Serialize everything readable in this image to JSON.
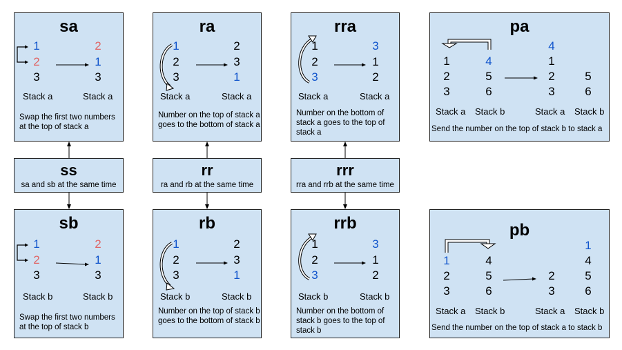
{
  "stack_a_label": "Stack a",
  "stack_b_label": "Stack b",
  "boxes": {
    "sa": {
      "title": "sa",
      "before": [
        "1",
        "2",
        "3"
      ],
      "after": [
        "2",
        "1",
        "3"
      ],
      "desc": "Swap the first two numbers at the top of stack a"
    },
    "ra": {
      "title": "ra",
      "before": [
        "1",
        "2",
        "3"
      ],
      "after": [
        "2",
        "3",
        "1"
      ],
      "desc": "Number on the top of stack a goes to the bottom of stack a"
    },
    "rra": {
      "title": "rra",
      "before": [
        "1",
        "2",
        "3"
      ],
      "after": [
        "3",
        "1",
        "2"
      ],
      "desc": "Number on the bottom of stack a goes to the top of stack a"
    },
    "pa": {
      "title": "pa",
      "before_a": [
        "1",
        "2",
        "3"
      ],
      "before_b": [
        "4",
        "5",
        "6"
      ],
      "after_a": [
        "4",
        "1",
        "2",
        "3"
      ],
      "after_b": [
        "5",
        "6"
      ],
      "desc": "Send the number on the top of stack b to stack a"
    },
    "ss": {
      "title": "ss",
      "desc": "sa and sb at the same time"
    },
    "rr": {
      "title": "rr",
      "desc": "ra and rb at the same time"
    },
    "rrr": {
      "title": "rrr",
      "desc": "rra and rrb at the same time"
    },
    "sb": {
      "title": "sb",
      "before": [
        "1",
        "2",
        "3"
      ],
      "after": [
        "2",
        "1",
        "3"
      ],
      "desc": "Swap the first two numbers at the top of stack b"
    },
    "rb": {
      "title": "rb",
      "before": [
        "1",
        "2",
        "3"
      ],
      "after": [
        "2",
        "3",
        "1"
      ],
      "desc": "Number on the top of stack b goes to the bottom of stack b"
    },
    "rrb": {
      "title": "rrb",
      "before": [
        "1",
        "2",
        "3"
      ],
      "after": [
        "3",
        "1",
        "2"
      ],
      "desc": "Number on the bottom of stack b goes to the top of stack b"
    },
    "pb": {
      "title": "pb",
      "before_a": [
        "1",
        "2",
        "3"
      ],
      "before_b": [
        "4",
        "5",
        "6"
      ],
      "after_a": [
        "2",
        "3"
      ],
      "after_b": [
        "1",
        "4",
        "5",
        "6"
      ],
      "desc": "Send the number on the top of stack a to stack b"
    }
  },
  "colors": {
    "box_fill": "#cfe2f3",
    "highlight_blue": "#1155cc",
    "highlight_red": "#e06666"
  }
}
